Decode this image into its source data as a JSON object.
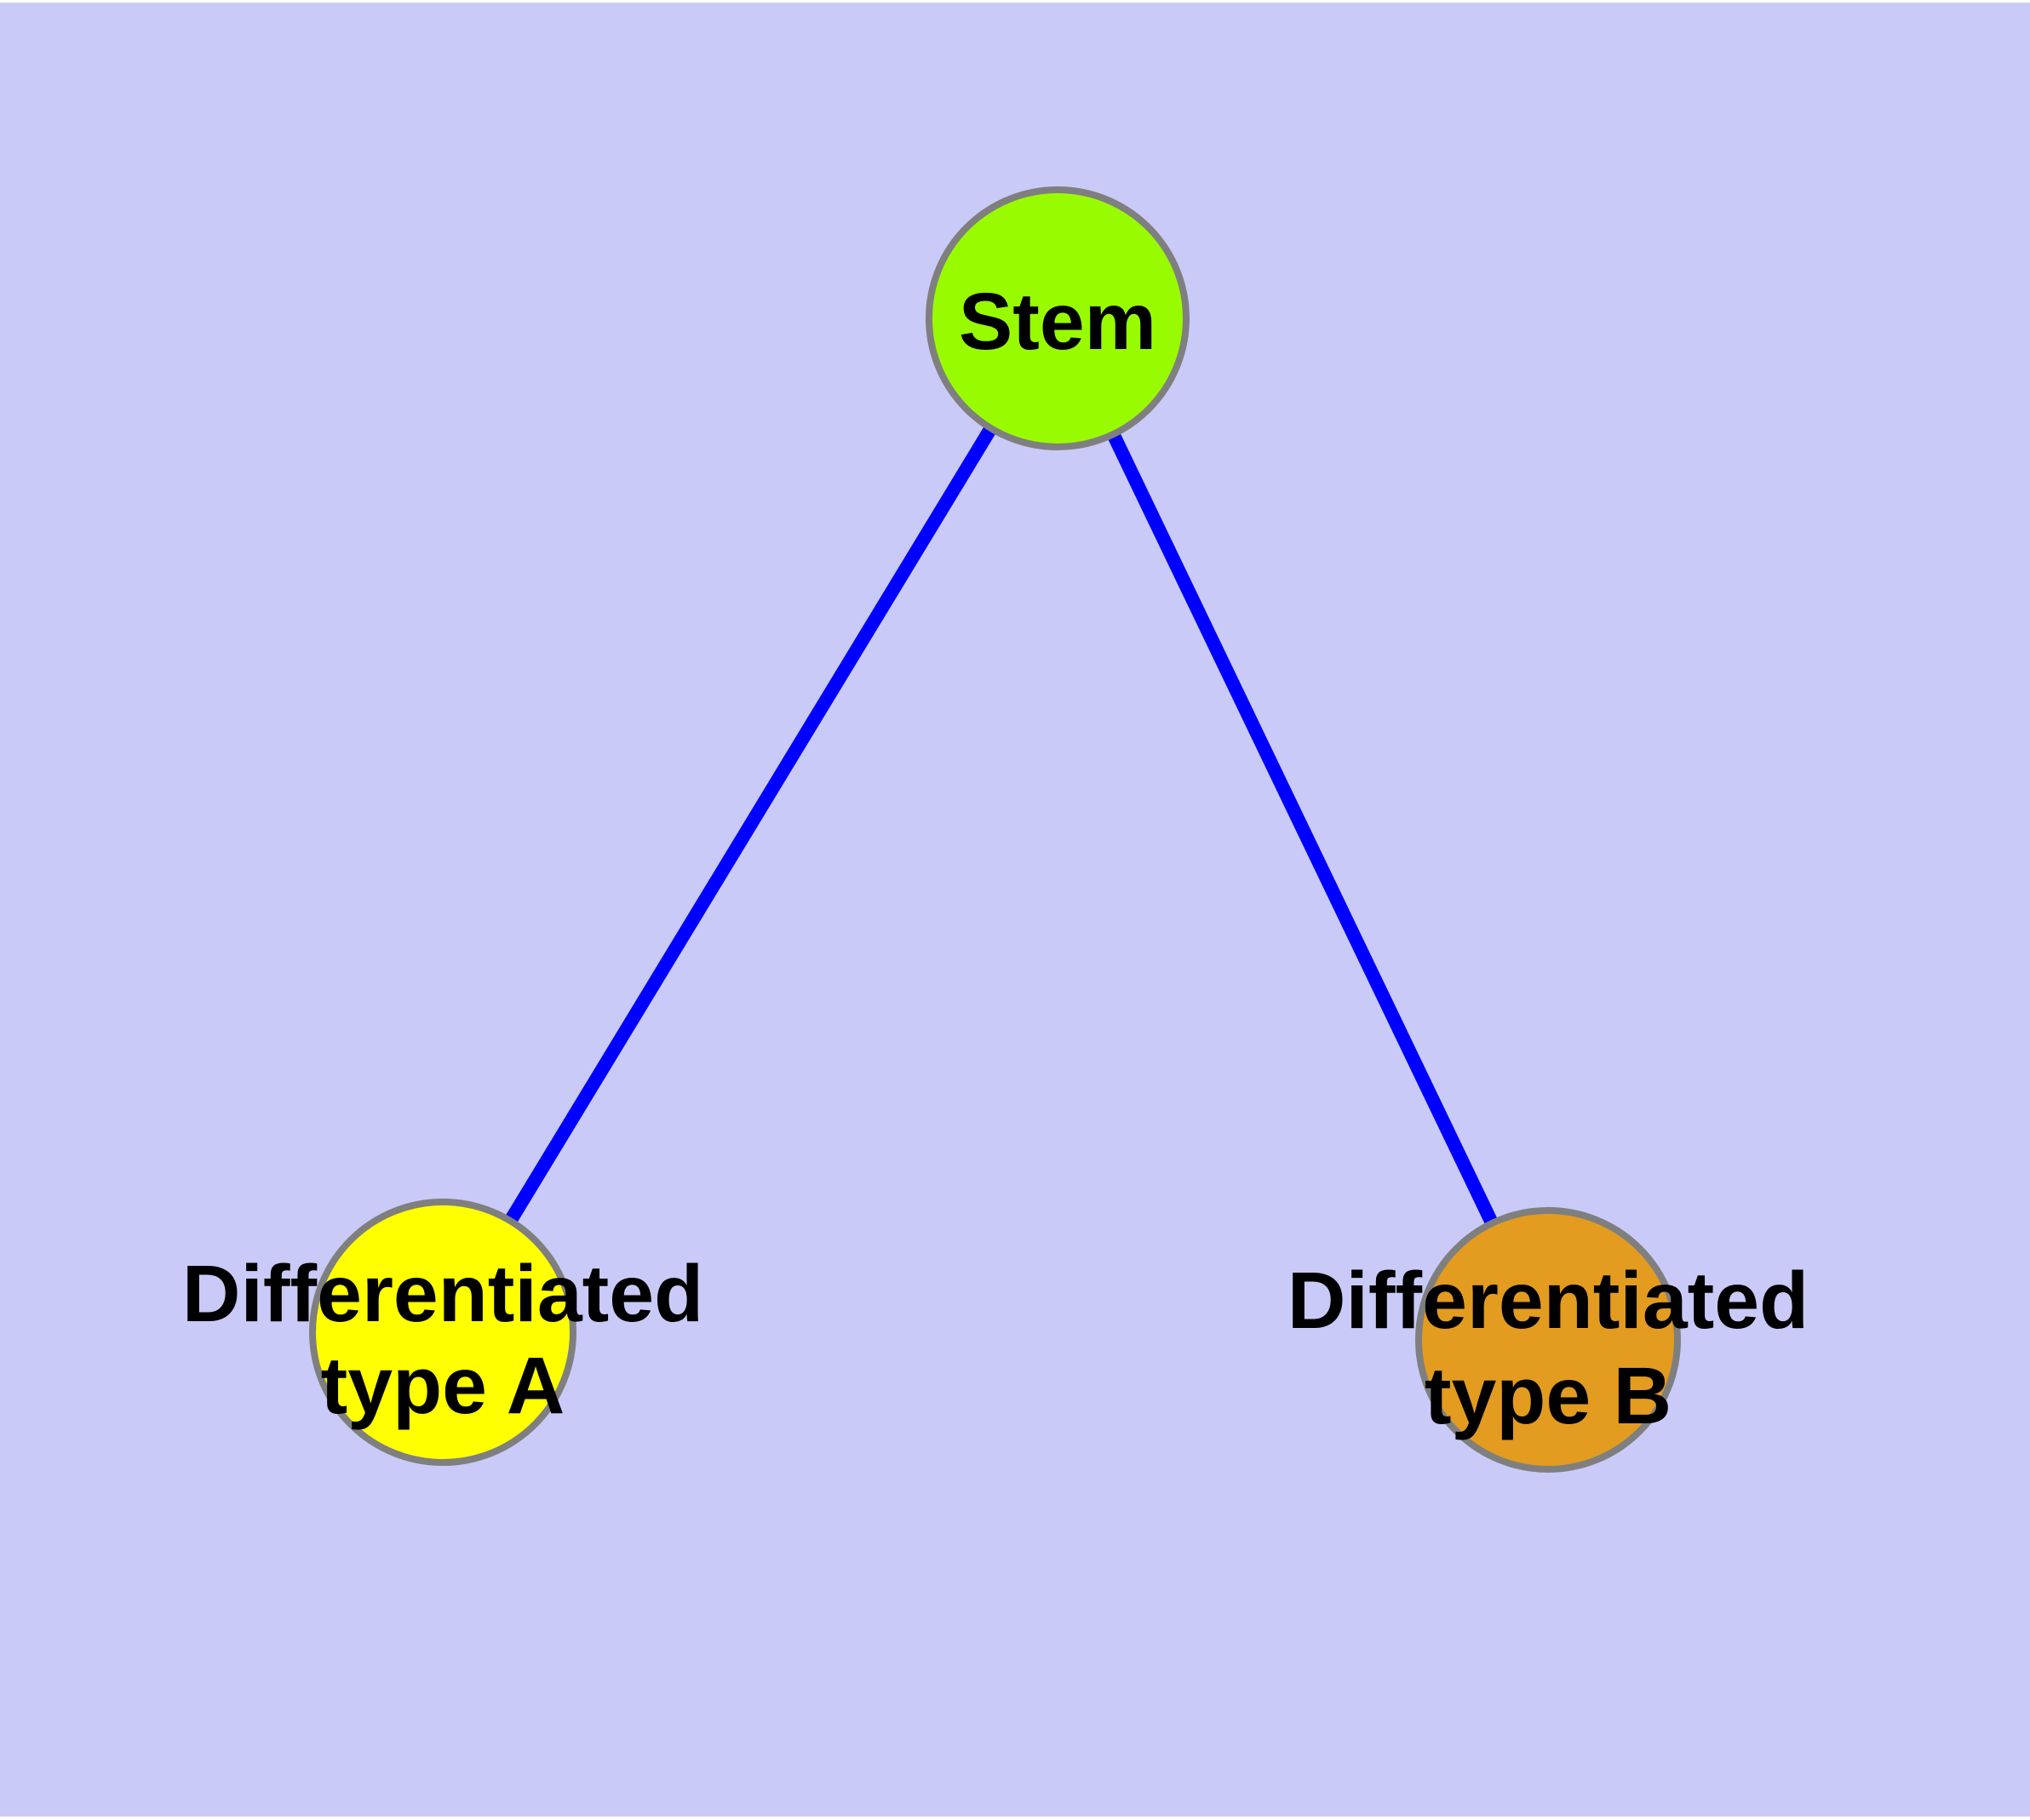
{
  "diagram": {
    "type": "graph",
    "description": "Stem cell differentiation tree: one stem node with two differentiated child types",
    "colors": {
      "background": "#CACAF8",
      "page_margin": "#FFFFFF",
      "edge": "#0000FF",
      "node_border": "#7F7F7F",
      "label_text": "#000000",
      "stem_fill": "#99FB00",
      "type_a_fill": "#FFFF00",
      "type_b_fill": "#E39C20"
    },
    "nodes": [
      {
        "id": "stem",
        "label": "Stem",
        "fill": "#99FB00"
      },
      {
        "id": "type-a",
        "label_line1": "Differentiated",
        "label_line2": "type A",
        "fill": "#FFFF00"
      },
      {
        "id": "type-b",
        "label_line1": "Differentiated",
        "label_line2": "type B",
        "fill": "#E39C20"
      }
    ],
    "edges": [
      {
        "from": "Stem",
        "to": "Differentiated type A"
      },
      {
        "from": "Stem",
        "to": "Differentiated type B"
      }
    ]
  }
}
